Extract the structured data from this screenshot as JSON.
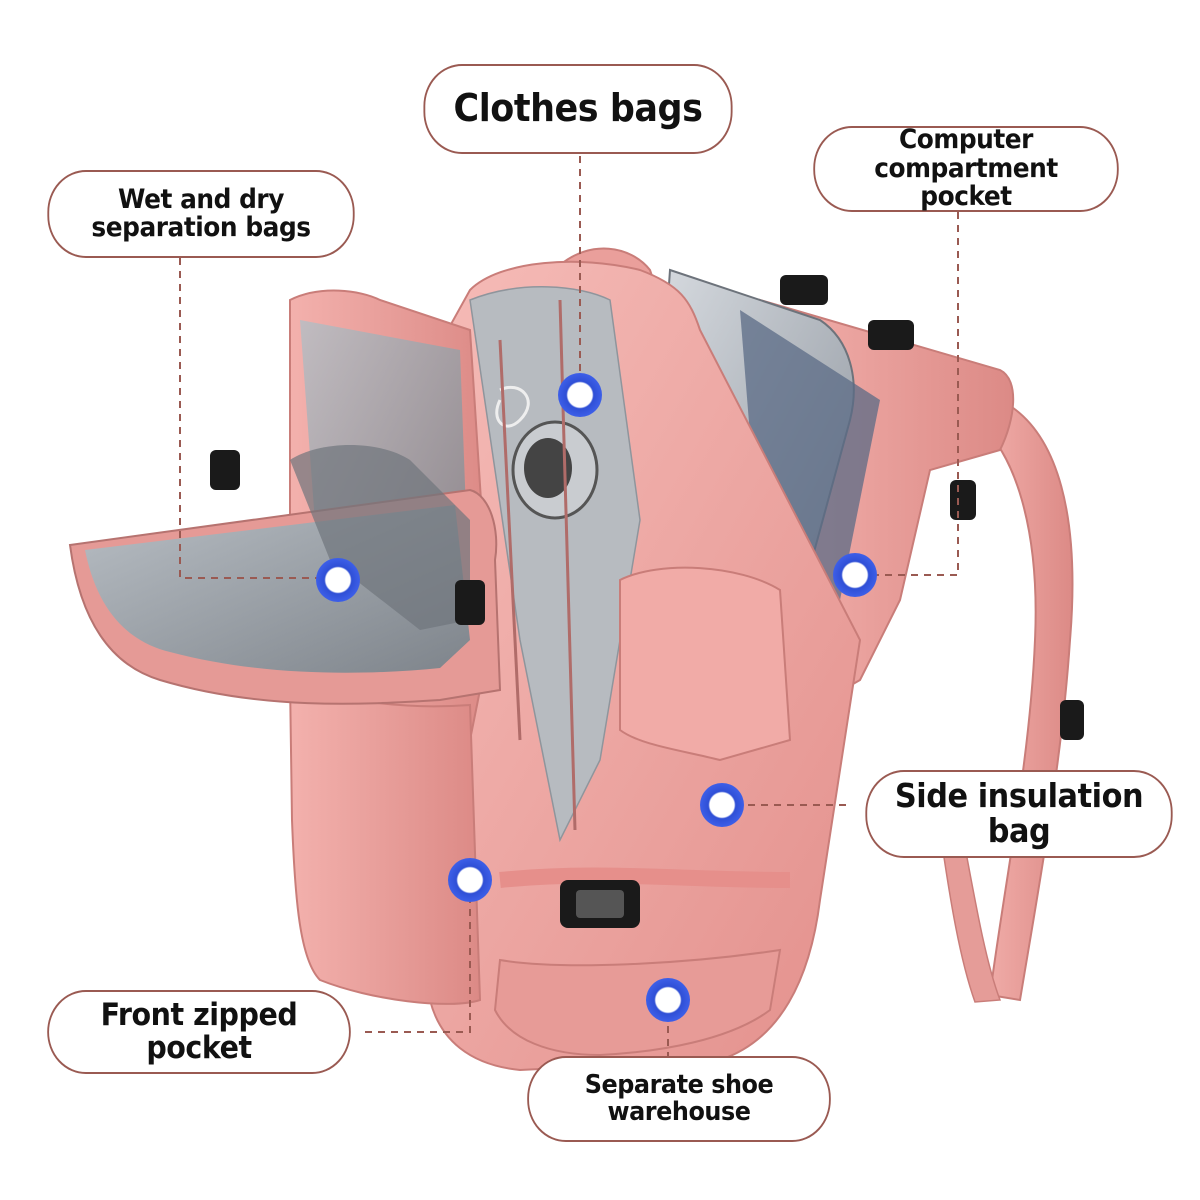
{
  "colors": {
    "bag_pink": "#f0a9a6",
    "bag_pink_dark": "#d98a87",
    "lining_gray": "#8f959c",
    "marker_blue": "#2f4fd6",
    "callout_border": "#9a5a52",
    "leader_line": "#9a5a52"
  },
  "callouts": {
    "clothes_bags": "Clothes bags",
    "wet_dry": "Wet and dry separation bags",
    "computer": "Computer compartment pocket",
    "side_insulation": "Side insulation bag",
    "front_zipped": "Front zipped pocket",
    "shoe_warehouse": "Separate shoe warehouse"
  },
  "markers": [
    {
      "id": "clothes_bags",
      "icon": "hotspot-dot"
    },
    {
      "id": "wet_dry",
      "icon": "hotspot-dot"
    },
    {
      "id": "computer",
      "icon": "hotspot-dot"
    },
    {
      "id": "side_insulation",
      "icon": "hotspot-dot"
    },
    {
      "id": "front_zipped",
      "icon": "hotspot-dot"
    },
    {
      "id": "shoe_warehouse",
      "icon": "hotspot-dot"
    }
  ]
}
